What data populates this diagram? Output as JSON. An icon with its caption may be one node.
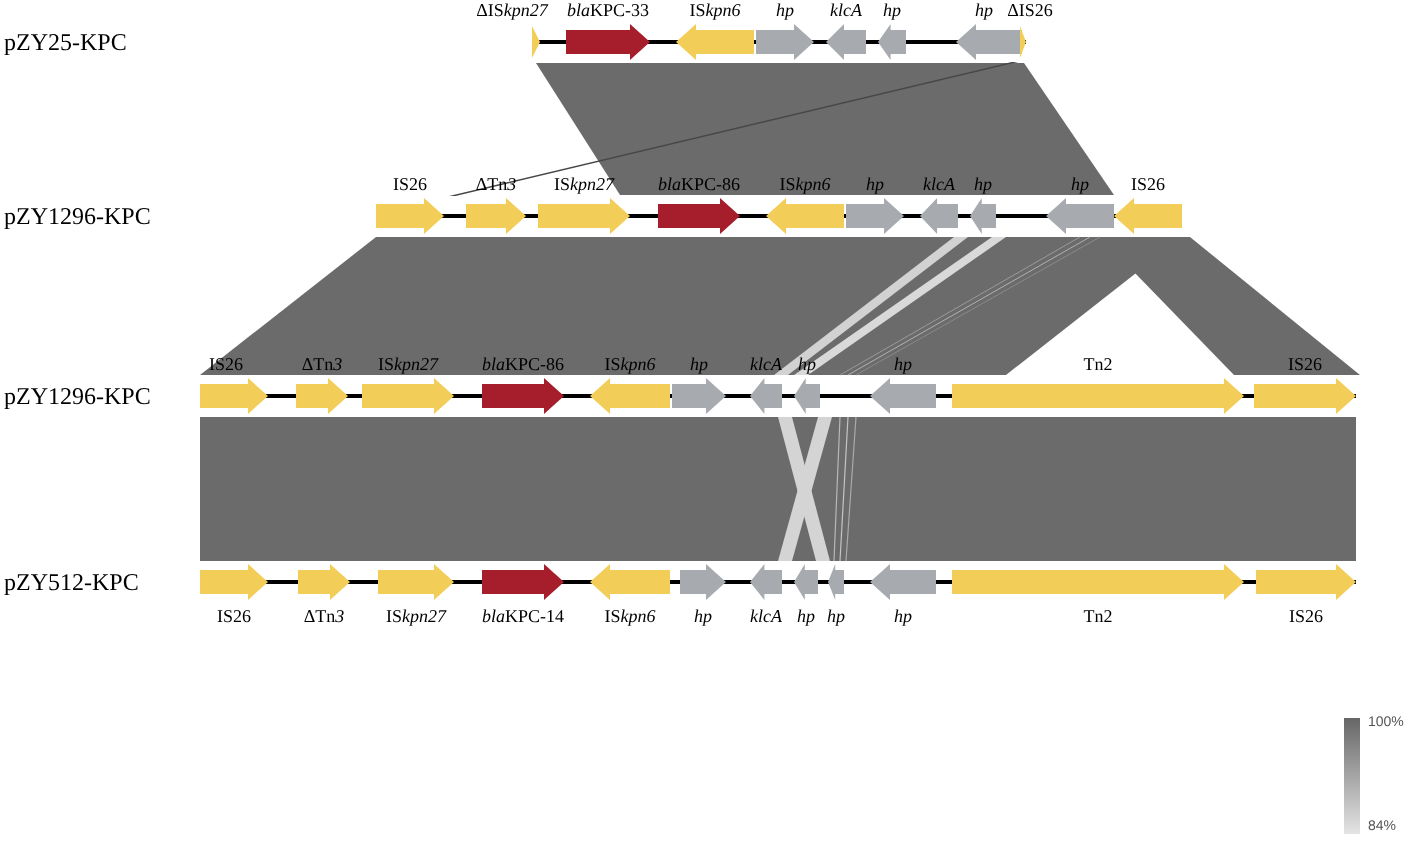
{
  "diagram": {
    "nodes": [
      {
        "text": [
          "pZY25-KPC"
        ]
      },
      {
        "text": [
          "ΔISkpn27"
        ],
        "in": 0
      },
      {
        "text": [
          "blaKPC-33"
        ],
        "in": 0
      },
      {
        "text": [
          "ISkpn6"
        ],
        "in": 0
      },
      {
        "text": [
          "hp"
        ],
        "in": 0
      },
      {
        "text": [
          "klcA"
        ],
        "in": 0
      },
      {
        "text": [
          "hp"
        ],
        "in": 0
      },
      {
        "text": [
          "hp"
        ],
        "in": 0
      },
      {
        "text": [
          "ΔIS26"
        ],
        "in": 0
      },
      {
        "text": [
          "pZY1296-KPC"
        ]
      },
      {
        "text": [
          "IS26"
        ],
        "in": 9
      },
      {
        "text": [
          "ΔTn3"
        ],
        "in": 9
      },
      {
        "text": [
          "ISkpn27"
        ],
        "in": 9
      },
      {
        "text": [
          "blaKPC-86"
        ],
        "in": 9
      },
      {
        "text": [
          "ISkpn6"
        ],
        "in": 9
      },
      {
        "text": [
          "hp"
        ],
        "in": 9
      },
      {
        "text": [
          "klcA"
        ],
        "in": 9
      },
      {
        "text": [
          "hp"
        ],
        "in": 9
      },
      {
        "text": [
          "hp"
        ],
        "in": 9
      },
      {
        "text": [
          "IS26"
        ],
        "in": 9
      },
      {
        "text": [
          "pZY1296-KPC"
        ]
      },
      {
        "text": [
          "IS26"
        ],
        "in": 20
      },
      {
        "text": [
          "ΔTn3"
        ],
        "in": 20
      },
      {
        "text": [
          "ISkpn27"
        ],
        "in": 20
      },
      {
        "text": [
          "blaKPC-86"
        ],
        "in": 20
      },
      {
        "text": [
          "ISkpn6"
        ],
        "in": 20
      },
      {
        "text": [
          "hp"
        ],
        "in": 20
      },
      {
        "text": [
          "klcA"
        ],
        "in": 20
      },
      {
        "text": [
          "hp"
        ],
        "in": 20
      },
      {
        "text": [
          "hp"
        ],
        "in": 20
      },
      {
        "text": [
          "Tn2"
        ],
        "in": 20
      },
      {
        "text": [
          "IS26"
        ],
        "in": 20
      },
      {
        "text": [
          "pZY512-KPC"
        ]
      },
      {
        "text": [
          "IS26"
        ],
        "in": 32
      },
      {
        "text": [
          "ΔTn3"
        ],
        "in": 32
      },
      {
        "text": [
          "ISkpn27"
        ],
        "in": 32
      },
      {
        "text": [
          "blaKPC-14"
        ],
        "in": 32
      },
      {
        "text": [
          "ISkpn6"
        ],
        "in": 32
      },
      {
        "text": [
          "hp"
        ],
        "in": 32
      },
      {
        "text": [
          "klcA"
        ],
        "in": 32
      },
      {
        "text": [
          "hp"
        ],
        "in": 32
      },
      {
        "text": [
          "hp"
        ],
        "in": 32
      },
      {
        "text": [
          "hp"
        ],
        "in": 32
      },
      {
        "text": [
          "Tn2"
        ],
        "in": 32
      },
      {
        "text": [
          "IS26"
        ],
        "in": 32
      }
    ],
    "edges": [
      {
        "from": 8,
        "to": 10,
        "arrow": "none"
      }
    ],
    "labels": [
      "100%",
      "84%"
    ]
  }
}
